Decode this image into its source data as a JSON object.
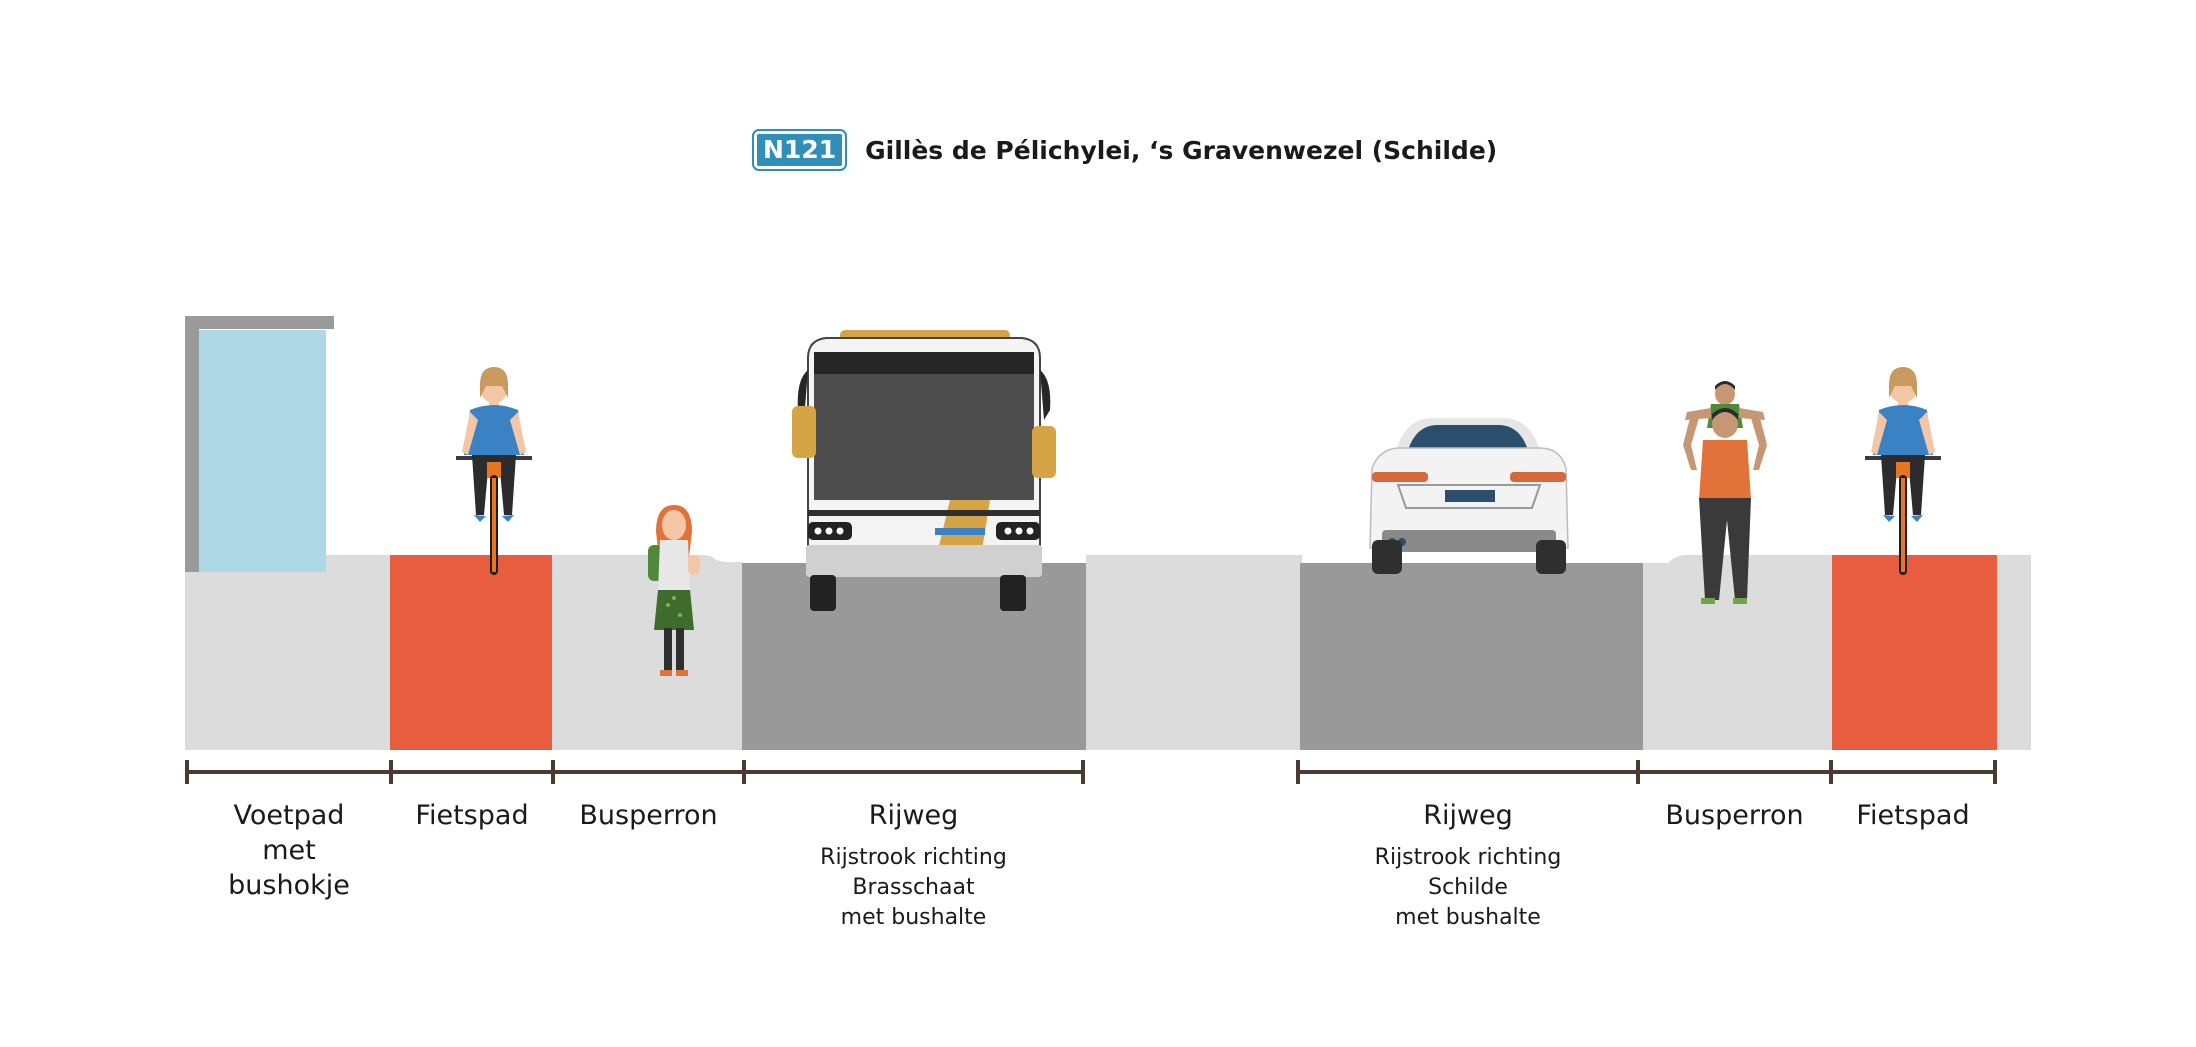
{
  "title": {
    "road_number": "N121",
    "road_name": "Gillès de Pélichylei, ‘s Gravenwezel (Schilde)"
  },
  "colors": {
    "badge": "#2f8fb8",
    "sidewalk": "#dcdcdc",
    "bike_lane": "#e85d40",
    "roadway": "#999999",
    "dimension_line": "#4a3a30",
    "bus_accent": "#d4a445"
  },
  "segments": [
    {
      "label_lines": [
        "Voetpad",
        "met",
        "bushokje"
      ],
      "sub_lines": []
    },
    {
      "label_lines": [
        "Fietspad"
      ],
      "sub_lines": []
    },
    {
      "label_lines": [
        "Busperron"
      ],
      "sub_lines": []
    },
    {
      "label_lines": [
        "Rijweg"
      ],
      "sub_lines": [
        "Rijstrook richting",
        "Brasschaat",
        "met bushalte"
      ]
    },
    {
      "label_lines": [
        "Rijweg"
      ],
      "sub_lines": [
        "Rijstrook richting",
        "Schilde",
        "met bushalte"
      ]
    },
    {
      "label_lines": [
        "Busperron"
      ],
      "sub_lines": []
    },
    {
      "label_lines": [
        "Fietspad"
      ],
      "sub_lines": []
    }
  ]
}
